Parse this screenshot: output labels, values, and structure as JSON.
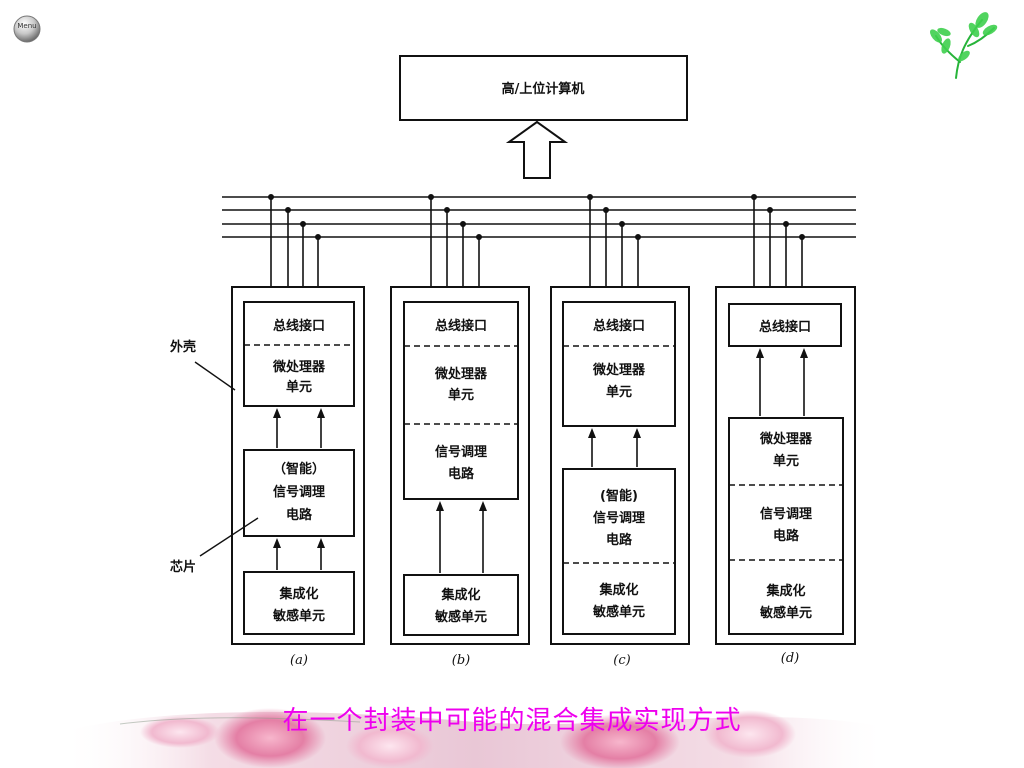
{
  "nav": {
    "menu_label": "Menu"
  },
  "diagram": {
    "host": "高/上位计算机",
    "labels": {
      "shell": "外壳",
      "chip": "芯片"
    },
    "variants": [
      {
        "caption": "(a)",
        "blocks": [
          {
            "lines": [
              "总线接口"
            ]
          },
          {
            "lines": [
              "微处理器",
              "单元"
            ]
          },
          {
            "lines": [
              "（智能）",
              "信号调理",
              "电路"
            ]
          },
          {
            "lines": [
              "集成化",
              "敏感单元"
            ]
          }
        ]
      },
      {
        "caption": "(b)",
        "blocks": [
          {
            "lines": [
              "总线接口"
            ]
          },
          {
            "lines": [
              "微处理器",
              "单元"
            ]
          },
          {
            "lines": [
              "信号调理",
              "电路"
            ]
          },
          {
            "lines": [
              "集成化",
              "敏感单元"
            ]
          }
        ]
      },
      {
        "caption": "(c)",
        "blocks": [
          {
            "lines": [
              "总线接口"
            ]
          },
          {
            "lines": [
              "微处理器",
              "单元"
            ]
          },
          {
            "lines": [
              "(智能)",
              "信号调理",
              "电路"
            ]
          },
          {
            "lines": [
              "集成化",
              "敏感单元"
            ]
          }
        ]
      },
      {
        "caption": "(d)",
        "blocks": [
          {
            "lines": [
              "总线接口"
            ]
          },
          {
            "lines": [
              "微处理器",
              "单元"
            ]
          },
          {
            "lines": [
              "信号调理",
              "电路"
            ]
          },
          {
            "lines": [
              "集成化",
              "敏感单元"
            ]
          }
        ]
      }
    ]
  },
  "footer": {
    "title": "在一个封装中可能的混合集成实现方式"
  },
  "colors": {
    "title": "#ee00ee",
    "line": "#111111"
  },
  "icons": {
    "menu": "menu-orb-icon",
    "decoration": "leaf-sprig-icon"
  }
}
